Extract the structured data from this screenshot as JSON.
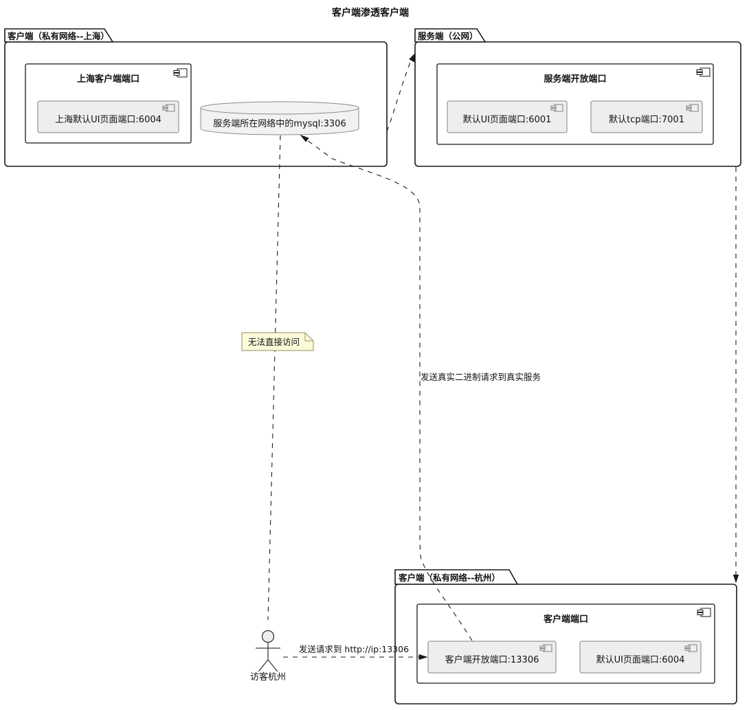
{
  "title": "客户端渗透客户端",
  "packages": {
    "shanghai": {
      "label": "客户端（私有网络--上海）",
      "component": {
        "title": "上海客户端端口",
        "ports": [
          {
            "label": "上海默认UI页面端口:6004"
          }
        ]
      },
      "database": {
        "label": "服务端所在网络中的mysql:3306"
      }
    },
    "server": {
      "label": "服务端（公网）",
      "component": {
        "title": "服务端开放端口",
        "ports": [
          {
            "label": "默认UI页面端口:6001"
          },
          {
            "label": "默认tcp端口:7001"
          }
        ]
      }
    },
    "hangzhou": {
      "label": "客户端（私有网络--杭州）",
      "component": {
        "title": "客户端端口",
        "ports": [
          {
            "label": "客户端开放端口:13306"
          },
          {
            "label": "默认UI页面端口:6004"
          }
        ]
      }
    }
  },
  "actor": {
    "label": "访客杭州"
  },
  "note": {
    "text": "无法直接访问"
  },
  "edges": {
    "hangzhou_to_mysql": {
      "label": "发送真实二进制请求到真实服务"
    },
    "visitor_to_port": {
      "label": "发送请求到 http://ip:13306"
    }
  },
  "colors": {
    "background": "#FFFFFF",
    "line": "#1A1A1A",
    "border": "#181818",
    "inner_border": "#808080",
    "leaf_fill": "#EEEEEE",
    "cylinder_fill": "#F2F2F2",
    "note_fill": "#FBFBD9",
    "note_border": "#8F8F62"
  }
}
